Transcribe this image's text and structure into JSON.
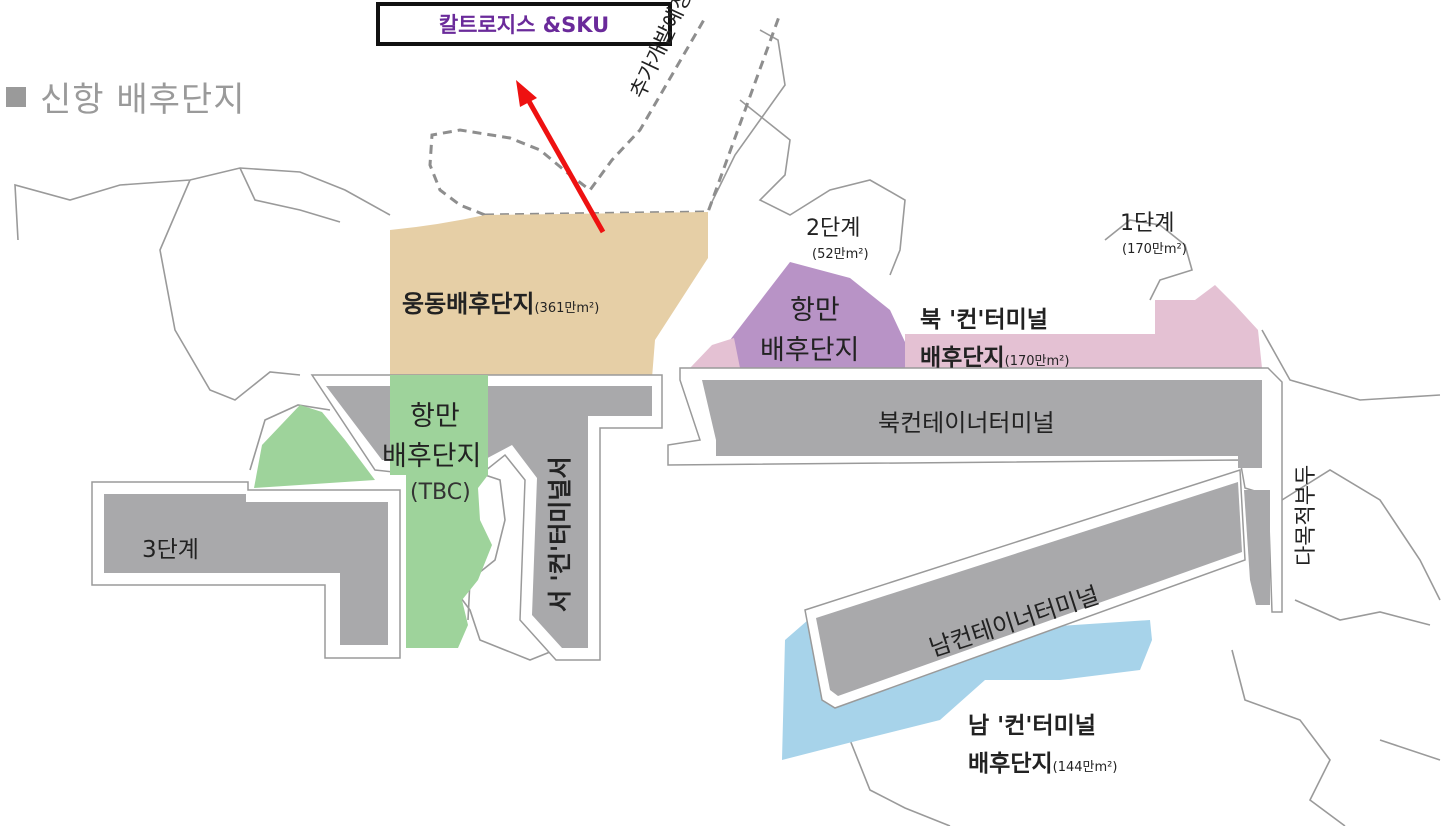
{
  "legend": {
    "title": "신항 배후단지"
  },
  "callout": {
    "label": "칼트로지스 &SKU",
    "arrow_color": "#ee1111"
  },
  "labels": {
    "future": "추가개발예정지",
    "woongdong_name": "웅동배후단지",
    "woongdong_area": "(361만m²)",
    "port_tbc_line1": "항만",
    "port_tbc_line2": "배후단지",
    "port_tbc_tag": "(TBC)",
    "stage3": "3단계",
    "west_terminal": "서 '컨'터미널서",
    "stage2": "2단계",
    "stage2_area": "(52만m²)",
    "stage1": "1단계",
    "stage1_area": "(170만m²)",
    "port_north_line1": "항만",
    "port_north_line2": "배후단지",
    "north_hinter_line1": "북 '컨'터미널",
    "north_hinter_line2": "배후단지",
    "north_hinter_area": "(170만m²)",
    "north_terminal": "북컨테이너터미널",
    "multi_pier": "다목적부두",
    "south_terminal": "남컨테이너터미널",
    "south_hinter_line1": "남 '컨'터미널",
    "south_hinter_line2": "배후단지",
    "south_hinter_area": "(144만m²)"
  },
  "colors": {
    "woongdong": "#e6cfa6",
    "green": "#9ed39b",
    "purple": "#b893c6",
    "pink": "#e4c1d3",
    "gray": "#a9a9ab",
    "blue": "#a7d3ea",
    "outline": "#9a9a9a"
  }
}
